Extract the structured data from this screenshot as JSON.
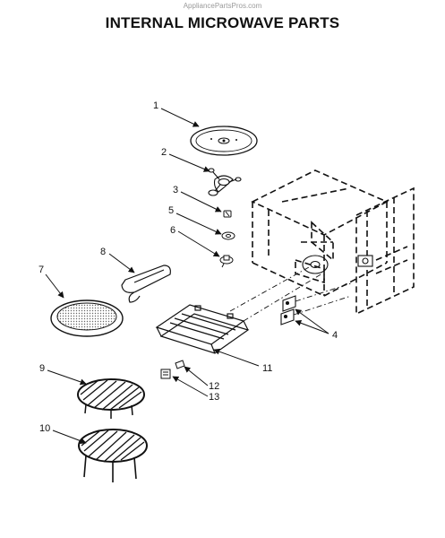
{
  "watermark": "AppliancePartsPros.com",
  "title": "INTERNAL MICROWAVE PARTS",
  "callouts": [
    "1",
    "2",
    "3",
    "4",
    "5",
    "6",
    "7",
    "8",
    "9",
    "10",
    "11",
    "12",
    "13"
  ]
}
